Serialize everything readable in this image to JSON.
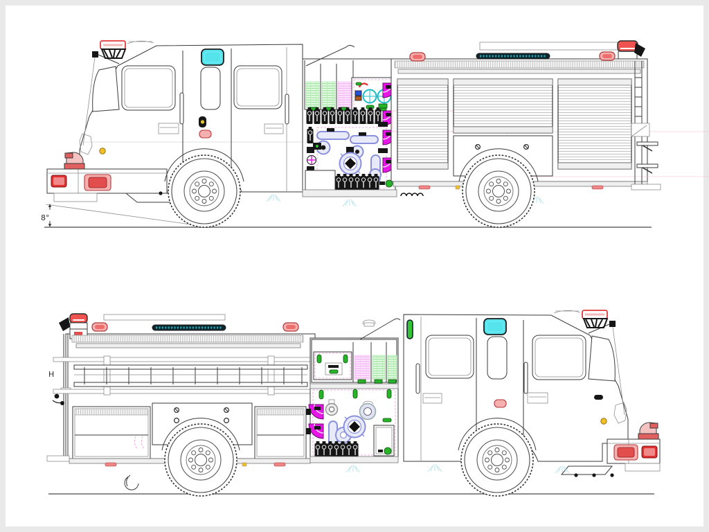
{
  "document": {
    "type": "fire-apparatus-engineering-drawing",
    "description": "Two side elevation CAD views of a fire pumper truck on a white sheet",
    "views": [
      {
        "id": "top-view",
        "name": "left-side-elevation",
        "annotation": "8°"
      },
      {
        "id": "bottom-view",
        "name": "right-side-elevation",
        "annotation": "H"
      }
    ]
  },
  "annotations": {
    "approach_angle": "8°",
    "height_label": "H"
  },
  "colors": {
    "page_bg": "#e9e9e9",
    "paper": "#ffffff",
    "magenta": "#e617e6",
    "red": "#e03030",
    "pink_light": "#f6b0b0",
    "beacon_red": "#ef5350",
    "cyan_window": "#55e3ec",
    "teal_led": "#17aab4",
    "green": "#28b428",
    "hose_green": "#86d886",
    "hose_magenta": "#ef9fef",
    "yellow": "#f0c028",
    "periwinkle": "#8a90dd"
  }
}
